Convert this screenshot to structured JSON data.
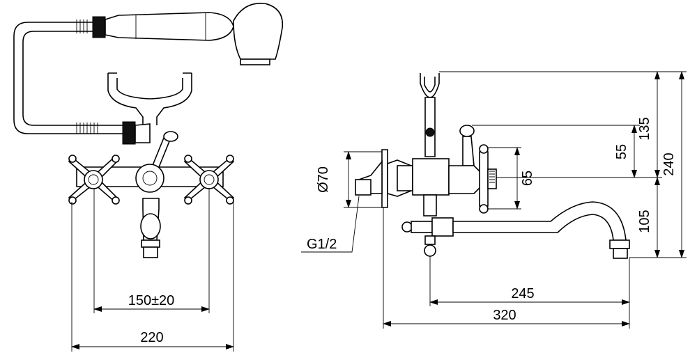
{
  "front_view": {
    "dimensions": {
      "handle_spacing": "150±20",
      "overall_width": "220"
    }
  },
  "side_view": {
    "dimensions": {
      "plate_diameter": "Ø70",
      "thread": "G1/2",
      "handle_height": "55",
      "top_to_axis": "135",
      "overall_height": "240",
      "outlet_below_axis": "105",
      "cross_handle": "65",
      "spout_reach": "245",
      "overall_projection": "320"
    }
  }
}
